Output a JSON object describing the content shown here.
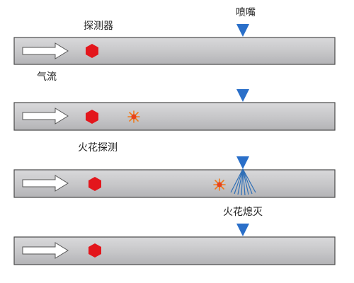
{
  "labels": {
    "detector": "探测器",
    "nozzle": "喷嘴",
    "airflow": "气流",
    "spark_detection": "火花探测",
    "spark_extinguish": "火花熄灭"
  },
  "colors": {
    "pipe_fill": "#c9c9cb",
    "pipe_stroke": "#4a4a4a",
    "detector": "#e3161c",
    "nozzle": "#2a6fc9",
    "spray": "#2f6fb6",
    "spark": "#f07a1a"
  },
  "icons": [
    "airflow-arrow-icon",
    "detector-hexagon-icon",
    "nozzle-triangle-icon",
    "spark-icon",
    "water-spray-icon"
  ],
  "stages": [
    {
      "stage": 1,
      "spark": false,
      "spray": false
    },
    {
      "stage": 2,
      "spark": true,
      "spray": false
    },
    {
      "stage": 3,
      "spark": true,
      "spray": true
    },
    {
      "stage": 4,
      "spark": false,
      "spray": false
    }
  ]
}
